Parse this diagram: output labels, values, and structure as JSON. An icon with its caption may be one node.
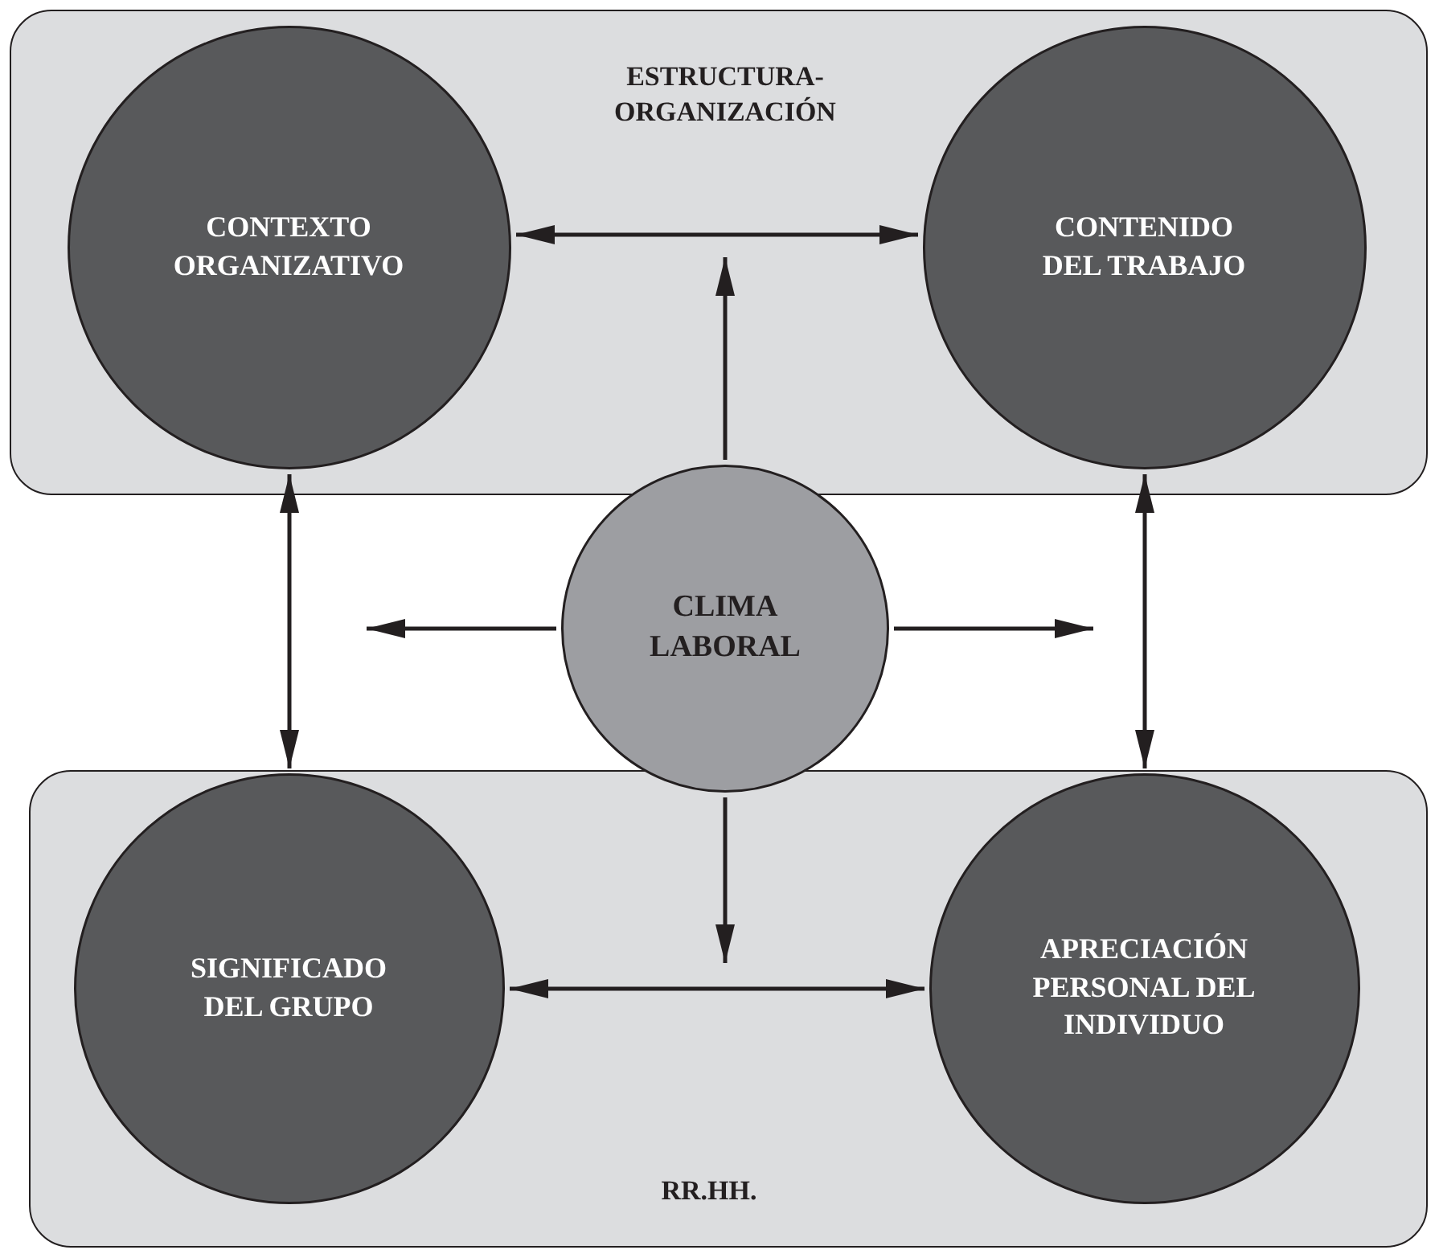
{
  "diagram": {
    "nodes": [
      {
        "text": [
          "ESTRUCTURA- ORGANIZACIÓN"
        ]
      },
      {
        "text": [
          "CONTEXTO ORGANIZATIVO"
        ],
        "in": 0
      },
      {
        "text": [
          "CONTENIDO DEL TRABAJO"
        ],
        "in": 0
      },
      {
        "text": [
          "CLIMA LABORAL"
        ]
      },
      {
        "text": [
          "RR.HH."
        ]
      },
      {
        "text": [
          "SIGNIFICADO DEL GRUPO"
        ],
        "in": 4
      },
      {
        "text": [
          "APRECIACIÓN PERSONAL DEL INDIVIDUO"
        ],
        "in": 4
      }
    ],
    "edges": [
      {
        "from": 1,
        "to": 2,
        "arrow": "both"
      },
      {
        "from": 3,
        "to": null,
        "arrow": "to"
      },
      {
        "from": 3,
        "to": null,
        "arrow": "to"
      },
      {
        "from": 3,
        "to": null,
        "arrow": "to"
      },
      {
        "from": 3,
        "to": null,
        "arrow": "to"
      },
      {
        "from": 1,
        "to": 5,
        "arrow": "both"
      },
      {
        "from": 2,
        "to": 6,
        "arrow": "both"
      },
      {
        "from": 5,
        "to": 6,
        "arrow": "both"
      }
    ]
  }
}
